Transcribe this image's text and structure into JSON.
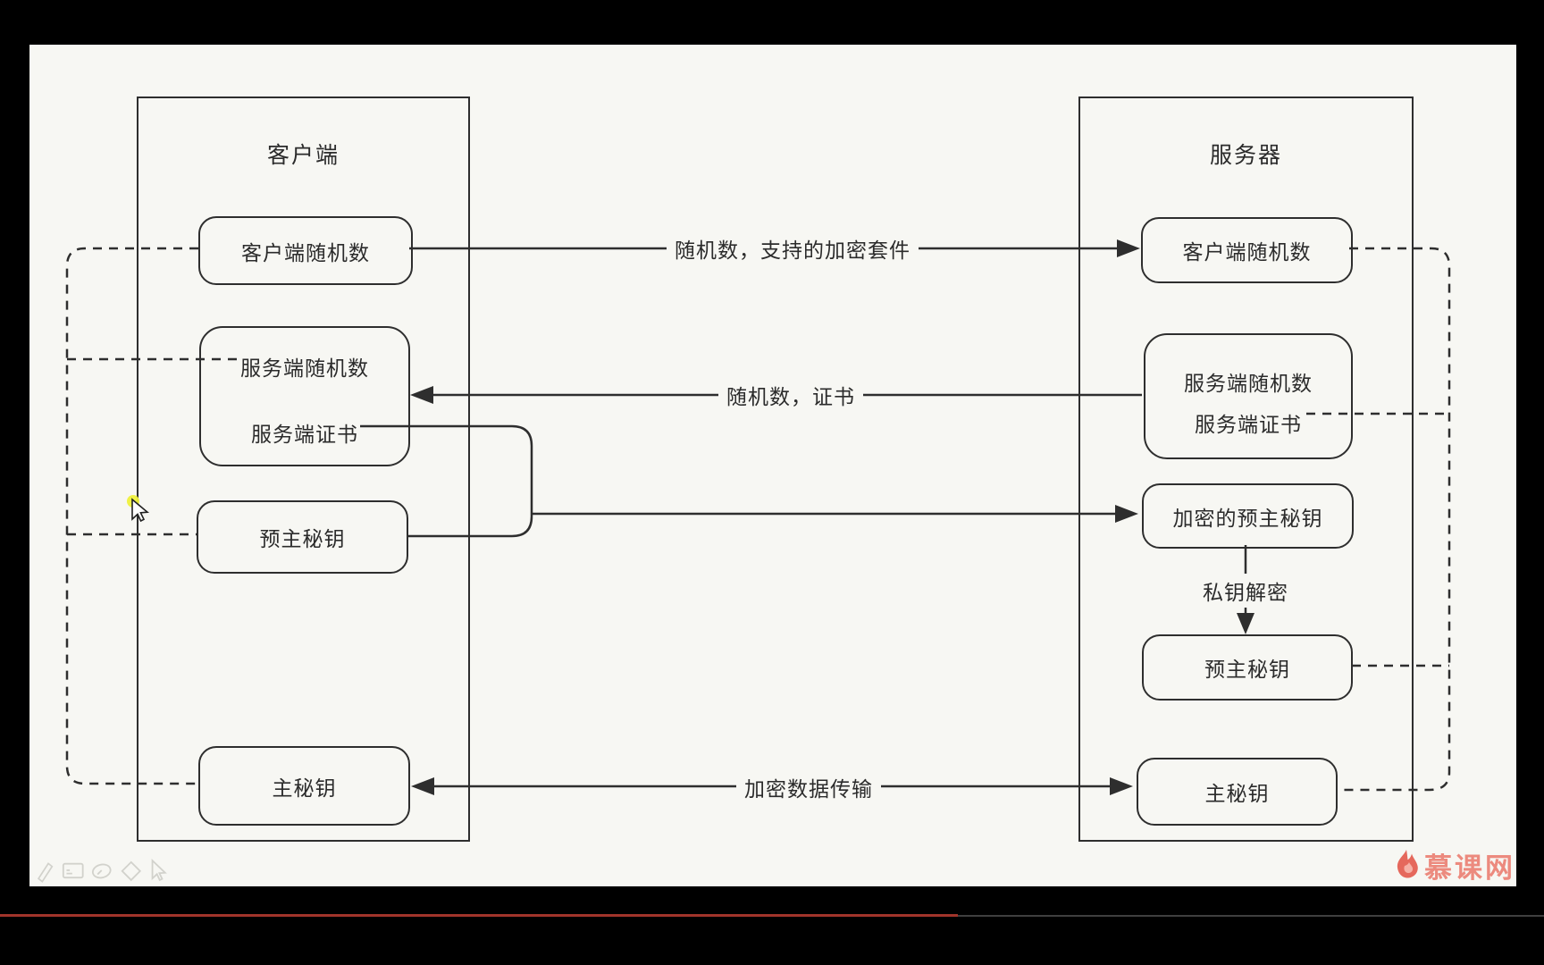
{
  "diagram": {
    "client": {
      "title": "客户端",
      "nodes": {
        "client_random": "客户端随机数",
        "server_random": "服务端随机数",
        "server_cert": "服务端证书",
        "premaster": "预主秘钥",
        "master": "主秘钥"
      }
    },
    "server": {
      "title": "服务器",
      "nodes": {
        "client_random": "客户端随机数",
        "server_random": "服务端随机数",
        "server_cert": "服务端证书",
        "encrypted_premaster": "加密的预主秘钥",
        "premaster": "预主秘钥",
        "master": "主秘钥"
      }
    },
    "edge_labels": {
      "client_hello": "随机数，支持的加密套件",
      "server_hello": "随机数，证书",
      "private_key_decrypt": "私钥解密",
      "encrypted_transfer": "加密数据传输"
    }
  },
  "toolbar": {
    "icons": [
      "pen-icon",
      "board-icon",
      "oval-icon",
      "eraser-icon",
      "cursor-icon"
    ]
  },
  "watermark": {
    "brand": "慕课网"
  },
  "player": {
    "progress_percent": 62
  },
  "colors": {
    "ink": "#2e2e2e",
    "paper": "#f7f7f3",
    "progress_red": "#a1342b",
    "progress_gray": "#3f3f3f",
    "brand_red": "#ec8a7e",
    "tool_gray": "#d2d2cc",
    "cursor_yellow": "#eff13c"
  }
}
